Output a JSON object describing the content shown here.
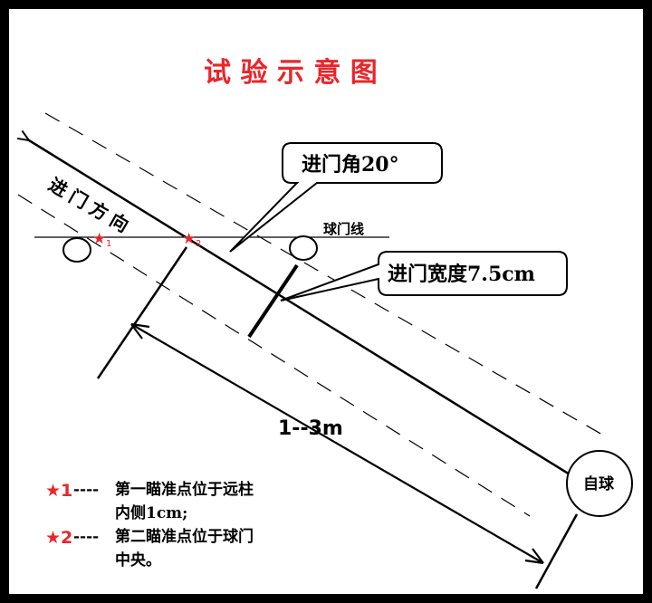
{
  "title": "试 验 示 意 图",
  "direction_label": [
    "进",
    "门",
    "方",
    "向"
  ],
  "goal_line_label": "球门线",
  "markers": [
    {
      "symbol": "★",
      "index": "1"
    },
    {
      "symbol": "★",
      "index": "2"
    }
  ],
  "callouts": {
    "entry_angle": "进门角20°",
    "entry_width": "进门宽度7.5cm"
  },
  "distance_label": "1--3m",
  "own_ball_label": "自球",
  "legend": [
    {
      "marker": "★1",
      "dashes": "----",
      "lines": [
        "第一瞄准点位于远柱",
        "内侧1cm;"
      ]
    },
    {
      "marker": "★2",
      "dashes": "----",
      "lines": [
        "第二瞄准点位于球门",
        "中央。"
      ]
    }
  ],
  "colors": {
    "accent": "#e8262a",
    "ink": "#000000",
    "paper": "#ffffff",
    "frame": "#000000"
  }
}
